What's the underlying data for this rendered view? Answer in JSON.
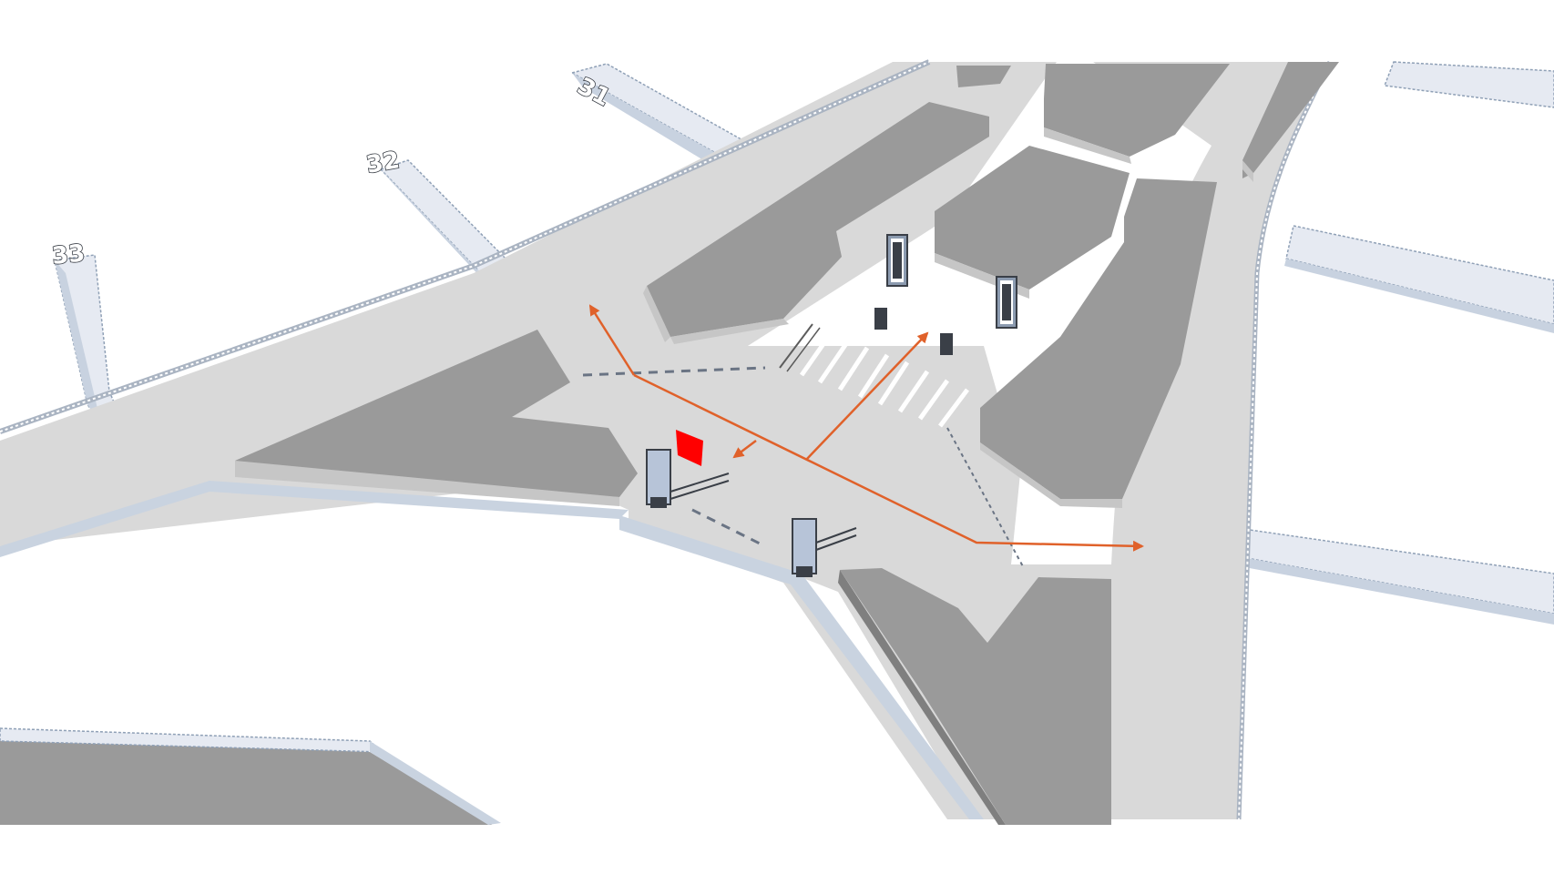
{
  "map": {
    "gates": [
      {
        "id": "gate-31",
        "label": "31"
      },
      {
        "id": "gate-32",
        "label": "32"
      },
      {
        "id": "gate-33",
        "label": "33"
      }
    ],
    "route_color": "#e0612a",
    "location_marker_color": "#ff0000",
    "floor_color": "#d9d9d9",
    "building_color": "#9a9a9a",
    "jetway_color": "#e6eaf2"
  }
}
